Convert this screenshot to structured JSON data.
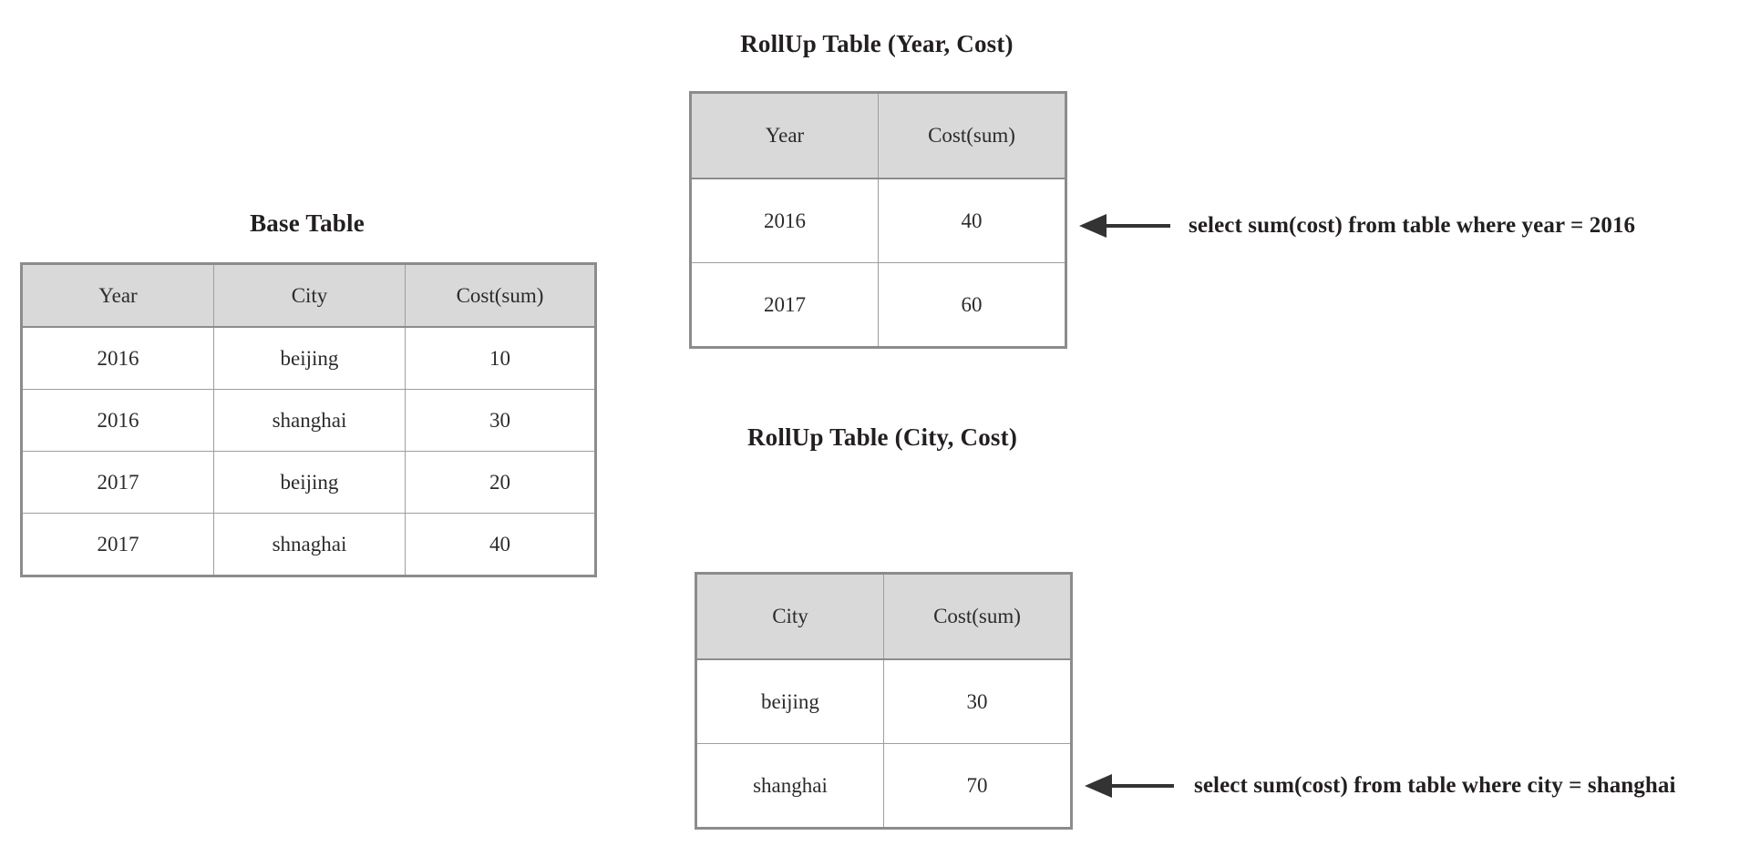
{
  "base_table": {
    "title": "Base Table",
    "columns": [
      "Year",
      "City",
      "Cost(sum)"
    ],
    "rows": [
      [
        "2016",
        "beijing",
        "10"
      ],
      [
        "2016",
        "shanghai",
        "30"
      ],
      [
        "2017",
        "beijing",
        "20"
      ],
      [
        "2017",
        "shnaghai",
        "40"
      ]
    ]
  },
  "rollup_year_table": {
    "title": "RollUp Table (Year, Cost)",
    "columns": [
      "Year",
      "Cost(sum)"
    ],
    "rows": [
      [
        "2016",
        "40"
      ],
      [
        "2017",
        "60"
      ]
    ]
  },
  "rollup_city_table": {
    "title": "RollUp Table (City, Cost)",
    "columns": [
      "City",
      "Cost(sum)"
    ],
    "rows": [
      [
        "beijing",
        "30"
      ],
      [
        "shanghai",
        "70"
      ]
    ]
  },
  "annotations": {
    "year_query": "select sum(cost) from table where year = 2016",
    "city_query": "select sum(cost) from table where city = shanghai",
    "arrow_icon": "arrow-left-icon"
  },
  "colors": {
    "header_fill": "#d9d9d9",
    "outer_border": "#8c8c8c",
    "inner_border": "#9e9e9e",
    "text": "#231f20",
    "arrow": "#333333",
    "background": "#ffffff"
  }
}
